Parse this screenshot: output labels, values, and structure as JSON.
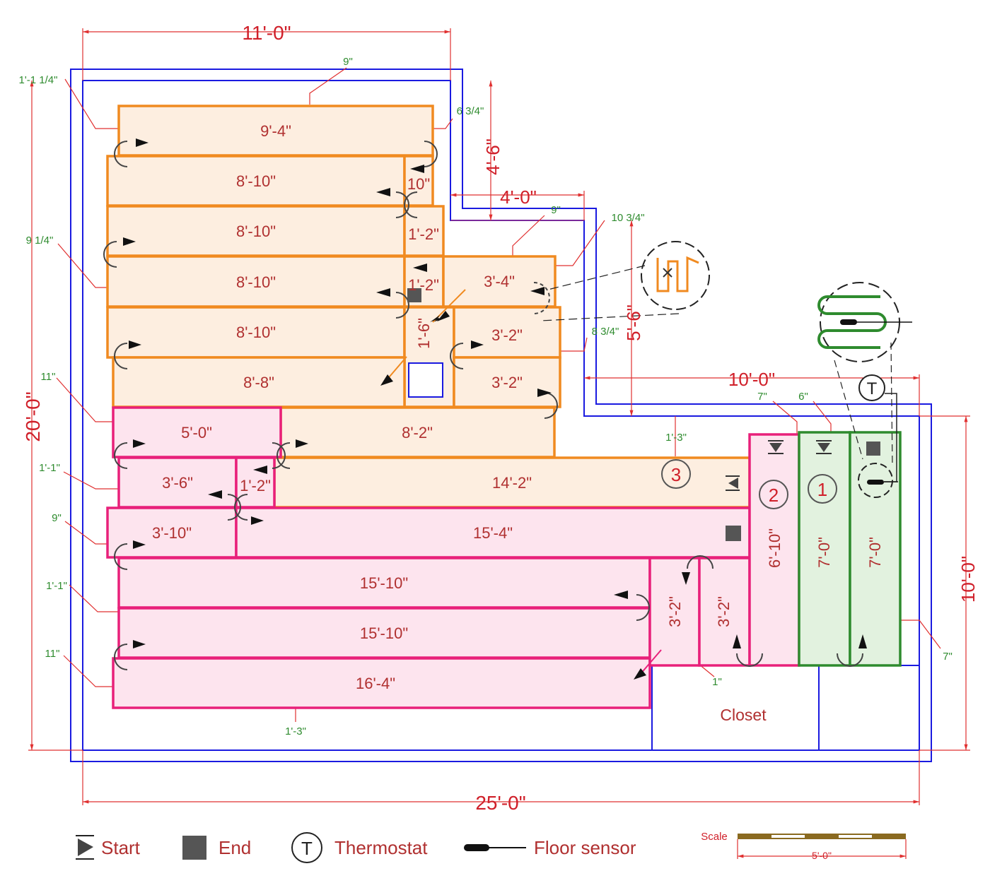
{
  "overall": {
    "top_width": "11'-0\"",
    "left_height": "20'-0\"",
    "bottom_width": "25'-0\"",
    "step_height": "4'-6\"",
    "step_width": "4'-0\"",
    "mid_height": "5'-6\"",
    "right_width": "10'-0\"",
    "right_height": "10'-0\""
  },
  "gaps": {
    "g_top": "9\"",
    "g_topleft": "1'-1 1/4\"",
    "g_topright": "6 3/4\"",
    "g_step_top": "9\"",
    "g_step_right": "10 3/4\"",
    "g_left1": "9 1/4\"",
    "g_mid_right": "8 3/4\"",
    "g_left2": "11\"",
    "g_zone3": "1'-3\"",
    "g_zone2_top": "7\"",
    "g_zone1_top": "6\"",
    "g_left3": "1'-1\"",
    "g_left4": "9\"",
    "g_left5": "1'-1\"",
    "g_left6": "11\"",
    "g_closet": "1\"",
    "g_bottom": "1'-3\"",
    "g_right": "7\""
  },
  "mats": [
    "9'-4\"",
    "8'-10\"",
    "10\"",
    "8'-10\"",
    "1'-2\"",
    "8'-10\"",
    "1'-2\"",
    "3'-4\"",
    "8'-10\"",
    "1'-6\"",
    "3'-2\"",
    "8'-8\"",
    "3'-2\"",
    "5'-0\"",
    "8'-2\"",
    "3'-6\"",
    "1'-2\"",
    "14'-2\"",
    "3'-10\"",
    "15'-4\"",
    "15'-10\"",
    "15'-10\"",
    "16'-4\"",
    "3'-2\"",
    "3'-2\"",
    "6'-10\"",
    "7'-0\"",
    "7'-0\""
  ],
  "zones": [
    "1",
    "2",
    "3"
  ],
  "room_label": "Closet",
  "thermostat_symbol": "T",
  "legend": {
    "start": "Start",
    "end": "End",
    "thermostat": "Thermostat",
    "floor_sensor": "Floor sensor"
  },
  "scale": {
    "label": "Scale",
    "value": "5'-0\""
  },
  "colors": {
    "zone3": "#f08a20",
    "zone2": "#e8207a",
    "zone1": "#2e8b2e",
    "walls": "#1a1ae0",
    "dimensions": "#e03030"
  }
}
